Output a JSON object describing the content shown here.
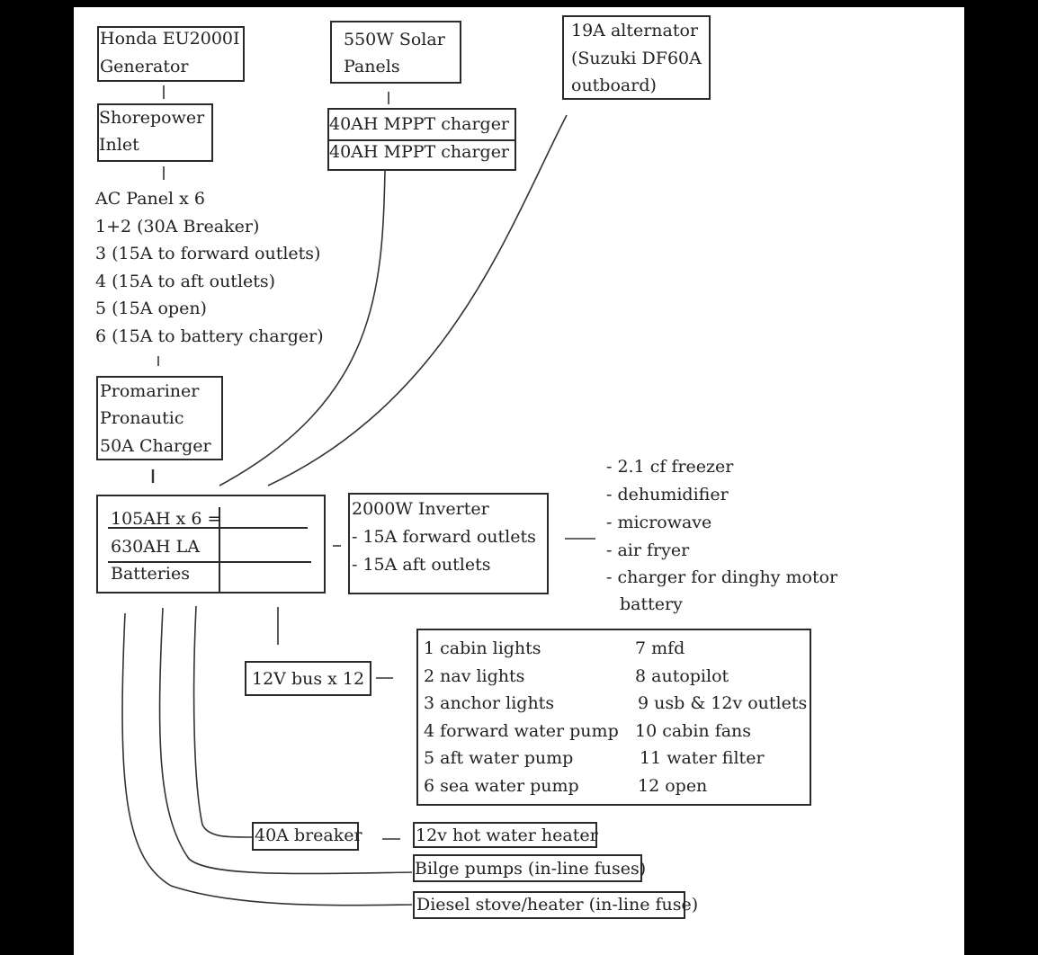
{
  "generator": {
    "line1": "Honda EU2000I",
    "line2": "Generator"
  },
  "solar": {
    "line1": "550W Solar",
    "line2": "Panels"
  },
  "alternator": {
    "line1": "19A alternator",
    "line2": "(Suzuki DF60A",
    "line3": "outboard)"
  },
  "shorepower": {
    "line1": "Shorepower",
    "line2": "Inlet"
  },
  "mppt": {
    "line1": "40AH MPPT charger",
    "line2": "40AH MPPT charger"
  },
  "ac_panel": {
    "title": "AC Panel x 6",
    "items": [
      "1+2 (30A Breaker)",
      "3 (15A to forward outlets)",
      "4 (15A to aft outlets)",
      "5 (15A open)",
      "6 (15A to battery charger)"
    ]
  },
  "charger": {
    "line1": "Promariner",
    "line2": "Pronautic",
    "line3": "50A Charger"
  },
  "batteries": {
    "line1": "105AH x 6 =",
    "line2": "630AH LA",
    "line3": "Batteries"
  },
  "inverter": {
    "line1": "2000W Inverter",
    "line2": "- 15A forward outlets",
    "line3": "- 15A aft outlets"
  },
  "inverter_loads": [
    "- 2.1 cf freezer",
    "- dehumidifier",
    "- microwave",
    "- air fryer",
    "- charger for dinghy motor",
    "battery"
  ],
  "bus": {
    "label": "12V bus x 12"
  },
  "bus_loads": {
    "left": [
      "1 cabin lights",
      "2 nav lights",
      "3 anchor lights",
      "4 forward water pump",
      "5 aft water pump",
      "6 sea water pump"
    ],
    "right": [
      "7 mfd",
      "8 autopilot",
      "9 usb & 12v outlets",
      "10 cabin fans",
      "11 water filter",
      "12 open"
    ]
  },
  "breaker": {
    "label": "40A breaker"
  },
  "heater": {
    "label": "12v hot water heater"
  },
  "bilge": {
    "label": "Bilge pumps (in-line fuses)"
  },
  "diesel": {
    "label": "Diesel stove/heater (in-line fuse)"
  }
}
